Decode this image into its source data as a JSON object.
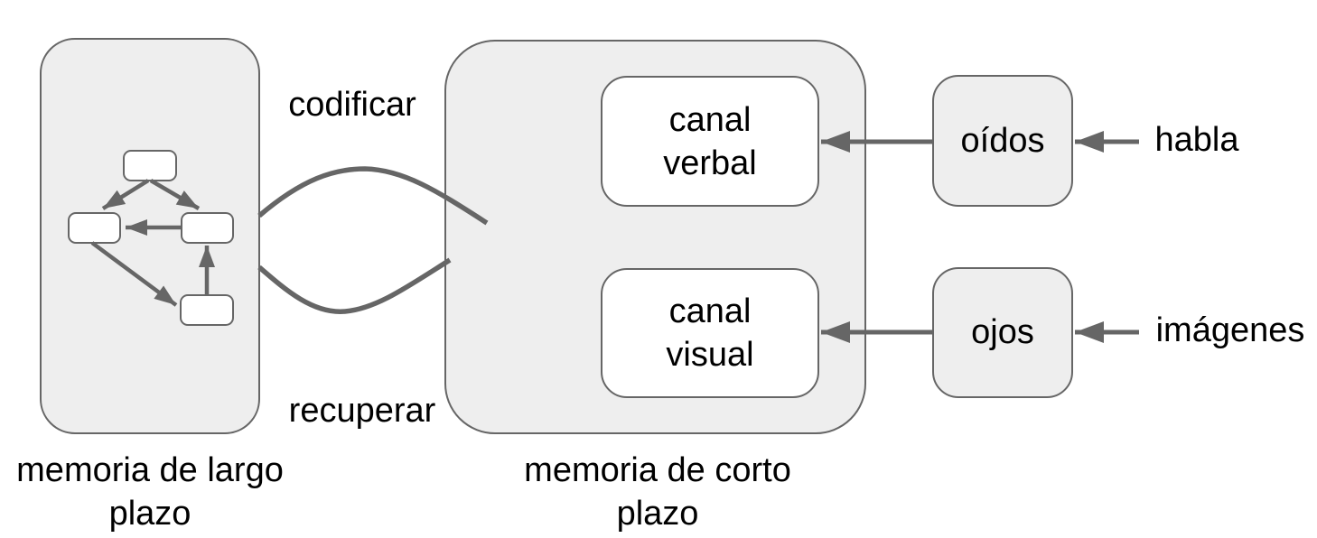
{
  "diagram": {
    "flow_labels": {
      "encode": "codificar",
      "retrieve": "recuperar"
    },
    "long_term_memory": {
      "label_line1": "memoria de largo",
      "label_line2": "plazo"
    },
    "short_term_memory": {
      "label_line1": "memoria de corto",
      "label_line2": "plazo",
      "channels": {
        "verbal": {
          "line1": "canal",
          "line2": "verbal"
        },
        "visual": {
          "line1": "canal",
          "line2": "visual"
        }
      }
    },
    "sensors": {
      "ears": "oídos",
      "eyes": "ojos"
    },
    "inputs": {
      "speech": "habla",
      "images": "imágenes"
    },
    "colors": {
      "container_fill": "#eeeeee",
      "box_fill": "#ffffff",
      "stroke": "#666666",
      "text": "#000000",
      "background": "#ffffff"
    }
  }
}
